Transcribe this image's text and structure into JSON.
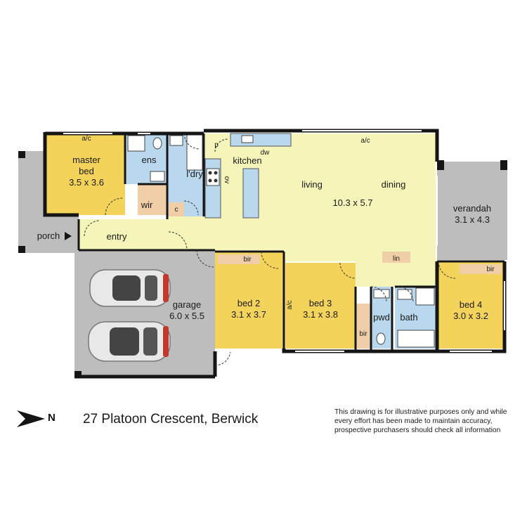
{
  "colors": {
    "bedroom": "#f4d35a",
    "living": "#f6f5b9",
    "wet": "#b9d8ee",
    "storage": "#f0cfa8",
    "outdoor": "#bdbdbd",
    "wall": "#151515"
  },
  "rooms": {
    "master_bed": {
      "name": "master\nbed",
      "name1": "master",
      "name2": "bed",
      "size": "3.5 x 3.6",
      "ac": "a/c"
    },
    "ens": {
      "name": "ens"
    },
    "wir": {
      "name": "wir"
    },
    "laundry": {
      "name": "l'dry",
      "c": "c"
    },
    "pantry": {
      "name": "p"
    },
    "kitchen": {
      "name": "kitchen",
      "dw": "dw",
      "ov": "ov"
    },
    "living": {
      "name": "living"
    },
    "dining": {
      "name": "dining"
    },
    "living_size": "10.3 x 5.7",
    "living_ac": "a/c",
    "verandah": {
      "name": "verandah",
      "size": "3.1 x 4.3"
    },
    "porch": {
      "name": "porch"
    },
    "entry": {
      "name": "entry"
    },
    "garage": {
      "name": "garage",
      "size": "6.0 x 5.5"
    },
    "bed2": {
      "name": "bed 2",
      "size": "3.1 x 3.7",
      "bir": "bir"
    },
    "bed3": {
      "name": "bed 3",
      "size": "3.1 x 3.8",
      "ac": "a/c"
    },
    "bed3_bir": "bir",
    "lin": {
      "name": "lin"
    },
    "pwd": {
      "name": "pwd"
    },
    "bath": {
      "name": "bath"
    },
    "bed4": {
      "name": "bed 4",
      "size": "3.0 x 3.2",
      "bir": "bir"
    }
  },
  "north": {
    "letter": "N"
  },
  "address": "27 Platoon Crescent, Berwick",
  "disclaimer": "This drawing is for illustrative purposes only and while every effort has been made to maintain accuracy, prospective purchasers should check all information"
}
